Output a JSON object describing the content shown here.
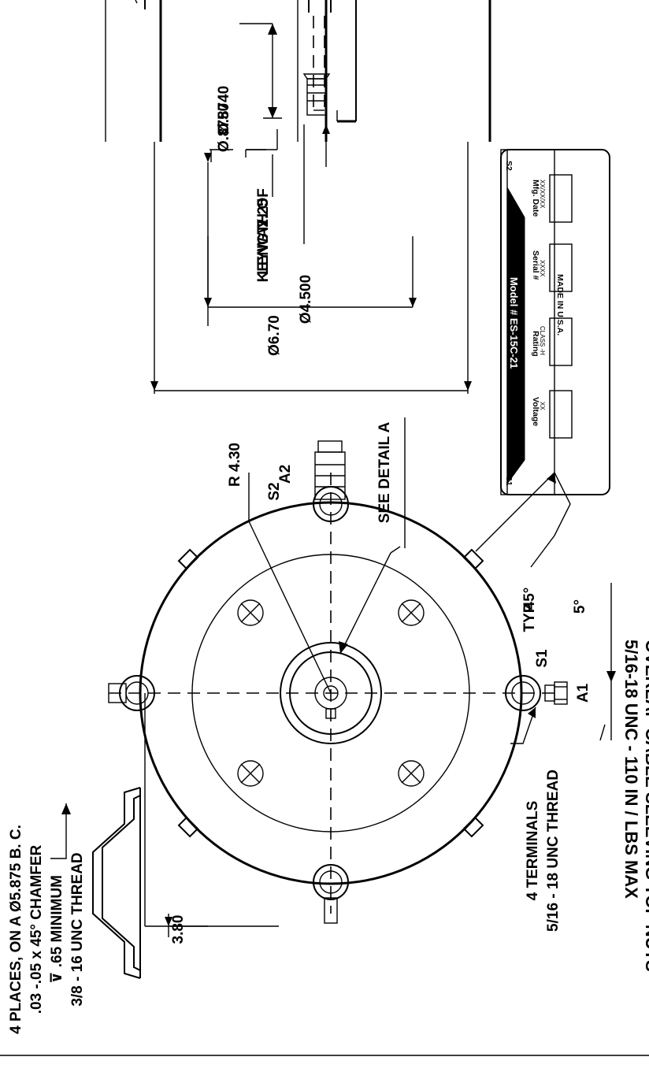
{
  "header": {
    "overlap_note": "OVERLAP CABLE SLEEVING TOP NUTS",
    "torque_note": "5/16-18 UNC - 110 IN / LBS MAX"
  },
  "shaft": {
    "dia_min": "Ø.8740",
    "dia_max": "Ø.8750",
    "keyway_length": "2.25",
    "keyway_label_1": "LENGTH OF",
    "keyway_label_2": "KEYWAY"
  },
  "dims": {
    "pilot_dia": "Ø4.500",
    "body_dia": "Ø6.70",
    "radius": "R 4.30",
    "foot_height": "3.80",
    "angle_typ": "45°",
    "typ": "TYP",
    "angle_small": "5°"
  },
  "detail_ref": "SEE DETAIL A",
  "terminals": {
    "a1": "A1",
    "a2": "A2",
    "s1": "S1",
    "s2": "S2",
    "thread_1": "5/16 - 18 UNC THREAD",
    "thread_2": "4 TERMINALS"
  },
  "mounting": {
    "line_1": "3/8 - 16 UNC THREAD",
    "line_2": "⊽ .65 MINIMUM",
    "line_3": ".03 -.05 x 45° CHAMFER",
    "line_4": "4 PLACES, ON A Ø5.875 B. C."
  },
  "nameplate": {
    "left_tag": "S2",
    "right_tag": "S1",
    "model": "Model # ES-15C-21",
    "fields": [
      {
        "label": "Mfg. Date",
        "value": "XX/XX/XX"
      },
      {
        "label": "Serial #",
        "value": "XXXX"
      },
      {
        "label": "Rating",
        "value": "CLASS -H"
      },
      {
        "label": "Voltage",
        "value": "XX"
      }
    ],
    "made_in": "MADE IN U.S.A."
  }
}
